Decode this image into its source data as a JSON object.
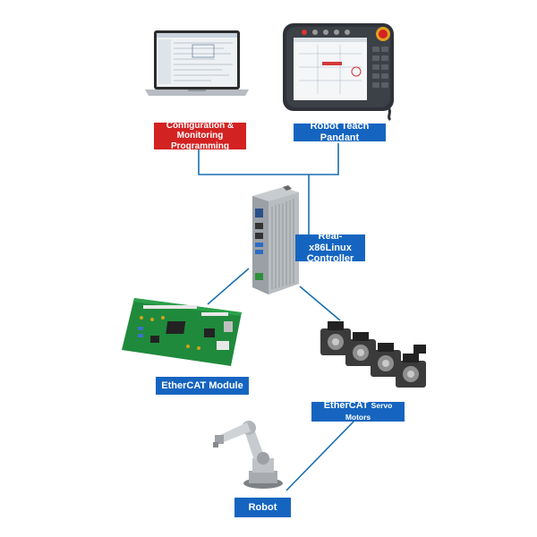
{
  "nodes": {
    "config": {
      "line1": "Configuration &",
      "line2": "Monitoring Programming"
    },
    "pendant": {
      "label": "Robot Teach Pandant"
    },
    "controller": {
      "line1": "Real-x86Linux",
      "line2": "Controller"
    },
    "ethercat_module": {
      "label": "EtherCAT Module"
    },
    "servo": {
      "main": "EtherCAT",
      "small": "Servo Motors"
    },
    "robot": {
      "label": "Robot"
    }
  },
  "colors": {
    "label_blue": "#1565c0",
    "label_red": "#d32222",
    "connector": "#1a6fb0"
  },
  "icons": {
    "laptop": "laptop-icon",
    "pendant": "teach-pendant-icon",
    "controller": "industrial-pc-icon",
    "pcb": "circuit-board-icon",
    "servo": "servo-motor-icon",
    "robot": "robot-arm-icon"
  }
}
